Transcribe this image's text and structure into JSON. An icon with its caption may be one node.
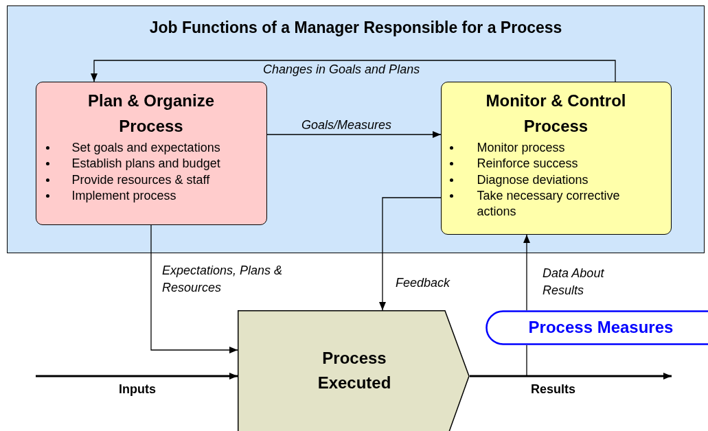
{
  "diagram": {
    "nodes": [
      {
        "text": [
          "Job Functions of a Manager Responsible for a Process"
        ]
      },
      {
        "text": [
          "Plan & Organize Process",
          "Set goals and expectations",
          "Establish plans and budget",
          "Provide resources & staff",
          "Implement process"
        ],
        "in": 0
      },
      {
        "text": [
          "Monitor & Control Process",
          "Monitor process",
          "Reinforce success",
          "Diagnose deviations",
          "Take necessary corrective actions"
        ],
        "in": 0
      },
      {
        "text": [
          "Process Executed"
        ]
      },
      {
        "text": [
          "Process Measures"
        ]
      }
    ],
    "edges": [
      {
        "from": 2,
        "to": 1,
        "arrow": "to",
        "label": "Changes in Goals and Plans"
      },
      {
        "from": 1,
        "to": 2,
        "arrow": "to",
        "label": "Goals/Measures"
      },
      {
        "from": 1,
        "to": 3,
        "arrow": "to",
        "label": "Expectations, Plans & Resources"
      },
      {
        "from": 2,
        "to": 3,
        "arrow": "to",
        "label": "Feedback"
      },
      {
        "from": null,
        "to": 3,
        "arrow": "to",
        "label": "Inputs",
        "style": "thick"
      },
      {
        "from": 3,
        "to": null,
        "arrow": "to",
        "label": "Results",
        "style": "thick"
      },
      {
        "from": 4,
        "to": 2,
        "arrow": "to",
        "label": "Data About Results"
      },
      {
        "from": 3,
        "to": 4,
        "arrow": "none"
      }
    ]
  }
}
